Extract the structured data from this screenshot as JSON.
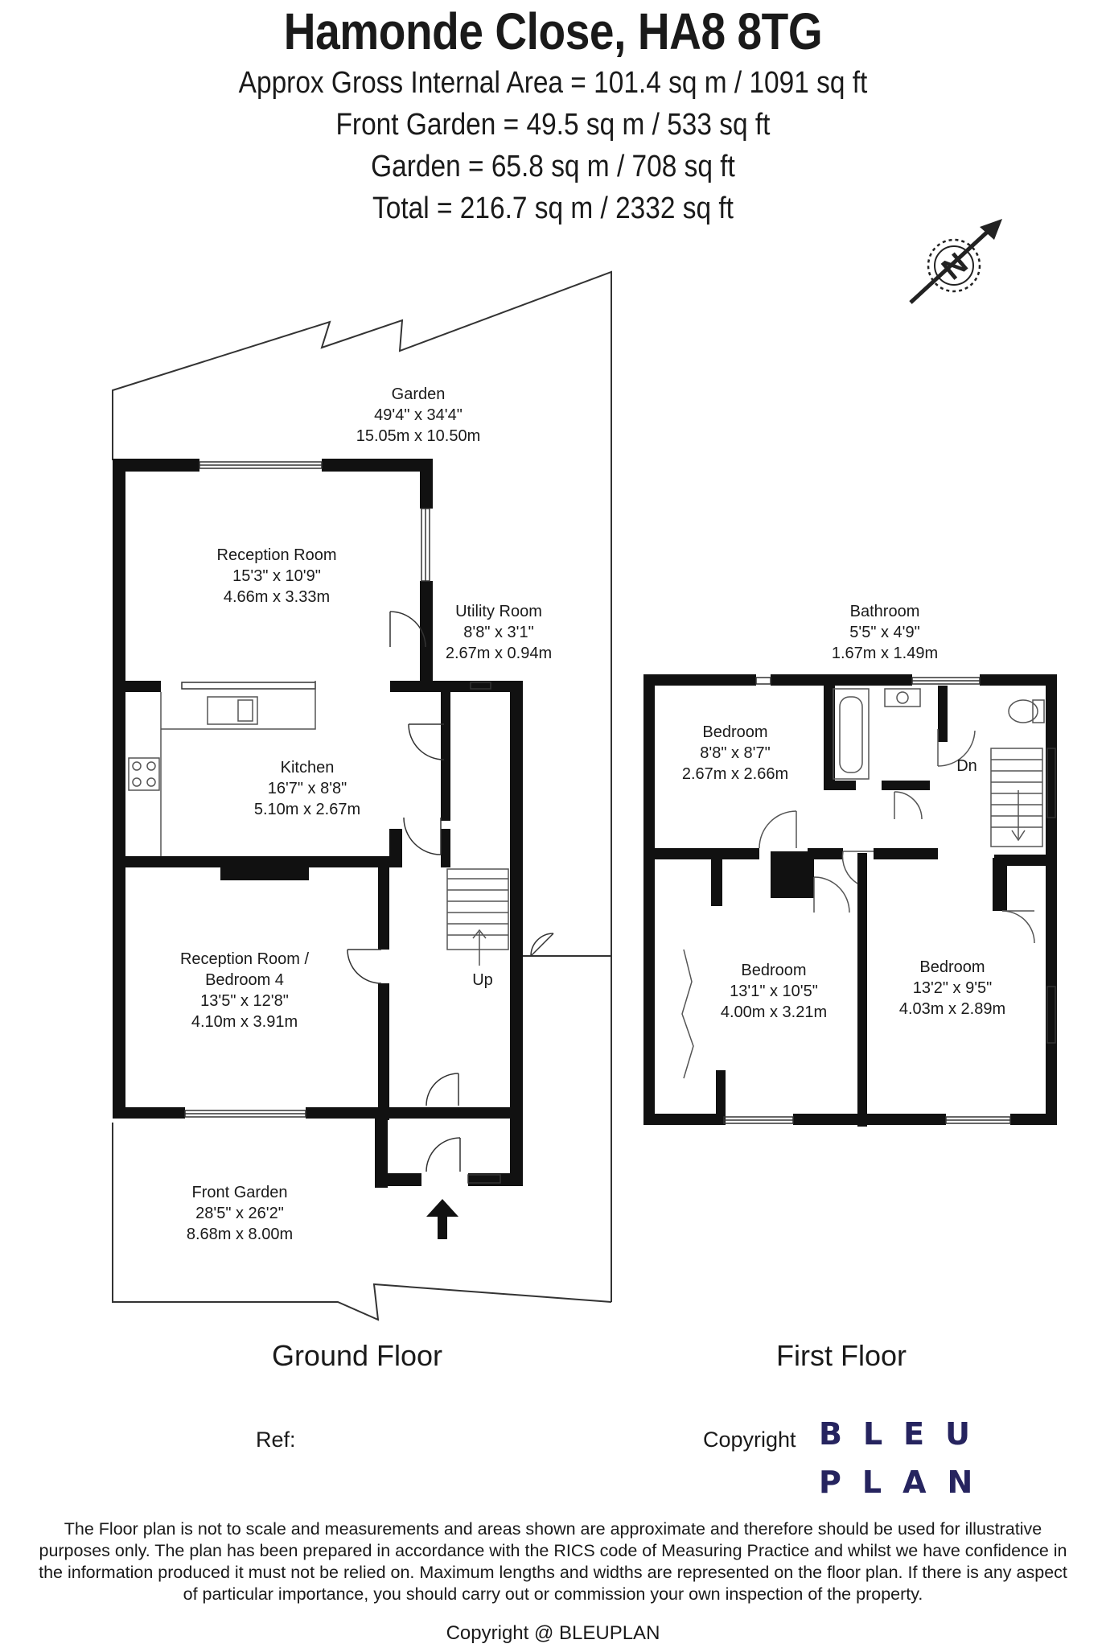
{
  "header": {
    "title": "Hamonde Close, HA8 8TG",
    "areas": [
      "Approx Gross Internal Area = 101.4 sq m / 1091 sq ft",
      "Front Garden = 49.5 sq m / 533 sq ft",
      "Garden = 65.8 sq m / 708 sq ft",
      "Total = 216.7 sq m / 2332 sq ft"
    ]
  },
  "compass": {
    "letter": "N"
  },
  "rooms": {
    "garden": {
      "name": "Garden",
      "imperial": "49'4\" x 34'4\"",
      "metric": "15.05m x 10.50m"
    },
    "reception": {
      "name": "Reception Room",
      "imperial": "15'3\" x 10'9\"",
      "metric": "4.66m x 3.33m"
    },
    "utility": {
      "name": "Utility Room",
      "imperial": "8'8\" x 3'1\"",
      "metric": "2.67m x 0.94m"
    },
    "kitchen": {
      "name": "Kitchen",
      "imperial": "16'7\" x 8'8\"",
      "metric": "5.10m x 2.67m"
    },
    "reception_bed4": {
      "name1": "Reception Room /",
      "name2": "Bedroom 4",
      "imperial": "13'5\" x 12'8\"",
      "metric": "4.10m x 3.91m"
    },
    "front_garden": {
      "name": "Front Garden",
      "imperial": "28'5\" x 26'2\"",
      "metric": "8.68m x 8.00m"
    },
    "bathroom": {
      "name": "Bathroom",
      "imperial": "5'5\" x 4'9\"",
      "metric": "1.67m x 1.49m"
    },
    "bedroom_a": {
      "name": "Bedroom",
      "imperial": "8'8\" x 8'7\"",
      "metric": "2.67m x 2.66m"
    },
    "bedroom_b": {
      "name": "Bedroom",
      "imperial": "13'1\" x 10'5\"",
      "metric": "4.00m x 3.21m"
    },
    "bedroom_c": {
      "name": "Bedroom",
      "imperial": "13'2\" x 9'5\"",
      "metric": "4.03m x 2.89m"
    }
  },
  "stairs": {
    "up": "Up",
    "down": "Dn"
  },
  "floors": {
    "ground": "Ground Floor",
    "first": "First Floor"
  },
  "ref_label": "Ref:",
  "copyright_label": "Copyright",
  "logo": {
    "line1": "BLEU",
    "line2": "PLAN",
    "color": "#26245f"
  },
  "disclaimer": [
    "The Floor plan is not to scale and measurements and areas shown are approximate and therefore should be used for illustrative",
    "purposes only. The plan has been prepared in accordance with the RICS code of Measuring Practice and whilst we have confidence in",
    "the information produced it must not be relied on. Maximum lengths and widths are represented on the floor plan. If there is any aspect",
    "of particular importance, you should carry out or commission your own inspection of the property."
  ],
  "footer": "Copyright @ BLEUPLAN"
}
